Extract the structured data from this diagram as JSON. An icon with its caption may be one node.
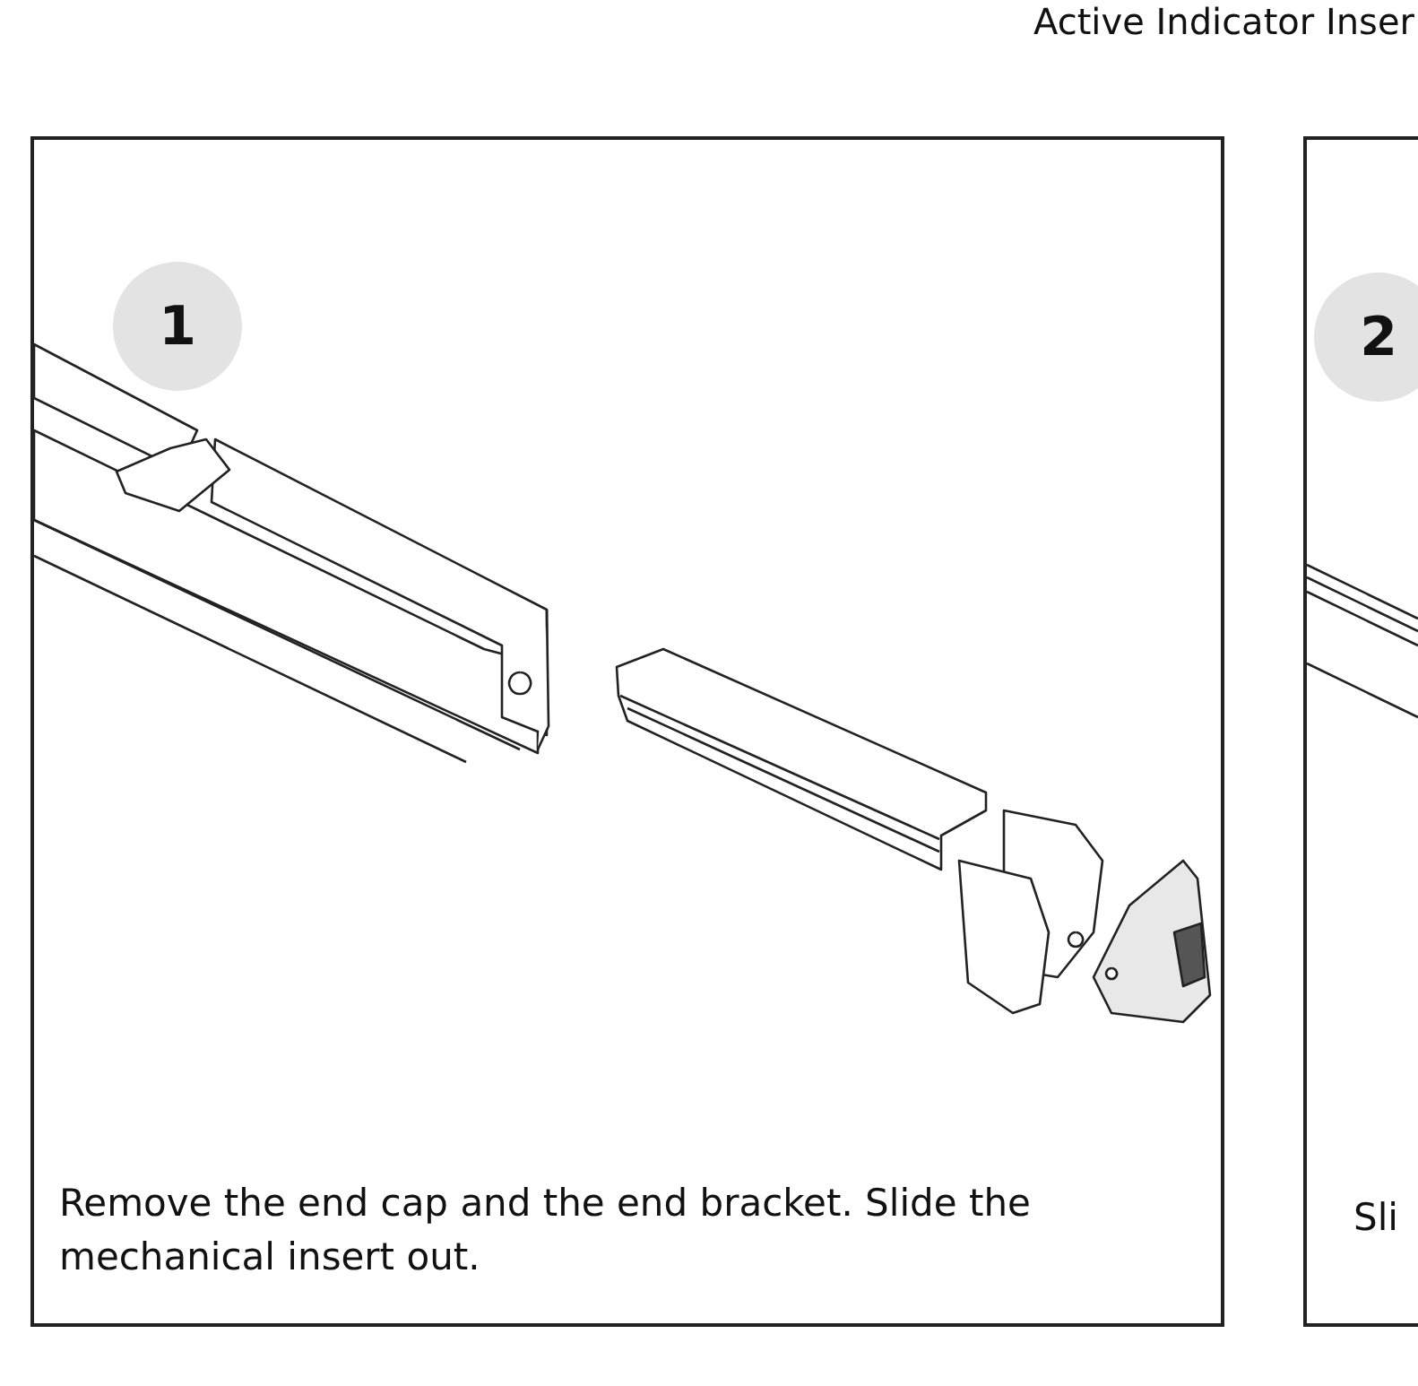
{
  "diagram": {
    "title": "Active Indicator Inser",
    "nodes": [
      {
        "text": [
          "Remove the end cap and the end bracket. Slide the mechanical insert out."
        ]
      },
      {
        "text": [
          "1"
        ],
        "in": 0
      },
      {
        "text": [
          "Sli"
        ]
      },
      {
        "text": [
          "2"
        ],
        "in": 2
      }
    ]
  }
}
